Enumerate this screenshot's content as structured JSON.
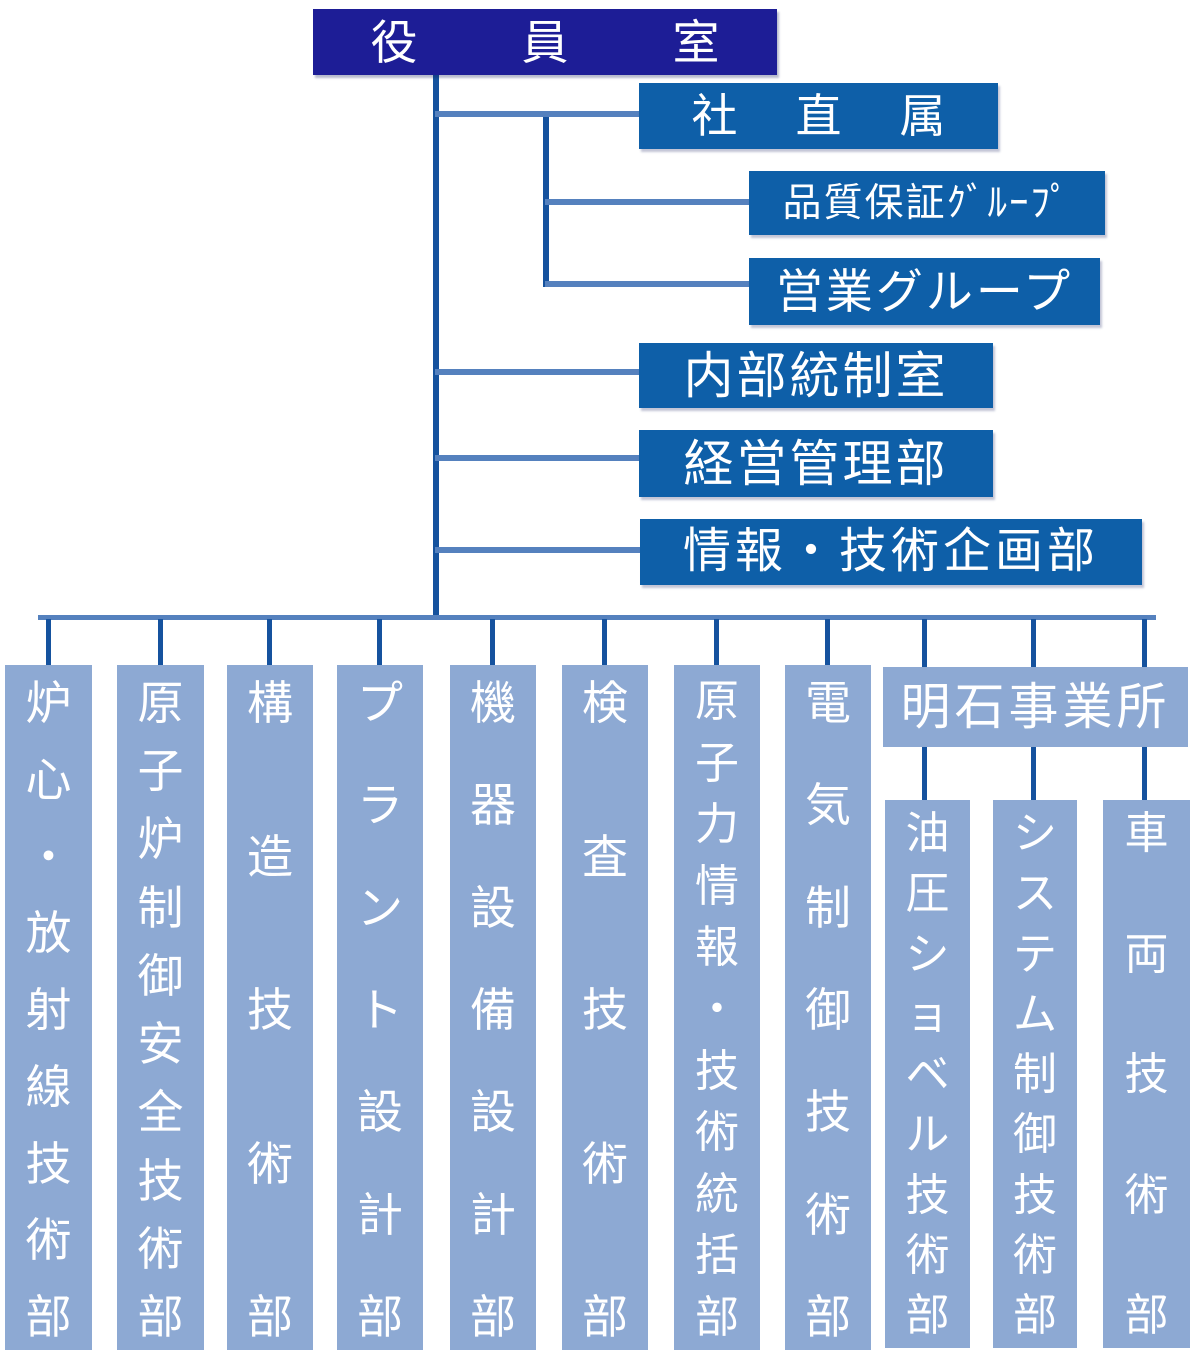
{
  "org_chart": {
    "root": "役員室",
    "branches": {
      "direct": "社直属",
      "direct_children": [
        "品質保証ｸﾞﾙｰﾌﾟ",
        "営業グループ"
      ],
      "internal_control": "内部統制室",
      "management_admin": "経営管理部",
      "info_tech_planning": "情報・技術企画部"
    },
    "departments": [
      "炉心・放射線技術部",
      "原子炉制御安全技術部",
      "構造技術部",
      "プラント設計部",
      "機器設備設計部",
      "検査技術部",
      "原子力情報・技術統括部",
      "電気制御技術部"
    ],
    "akashi_office": {
      "label": "明石事業所",
      "departments": [
        "油圧ショベル技術部",
        "システム制御技術部",
        "車両技術部"
      ]
    },
    "colors": {
      "root_box": "#1d1d96",
      "branch_box": "#0e5fa8",
      "department_box": "#8da9d3",
      "horizontal_line": "#5581be",
      "vertical_line": "#15529e",
      "text": "#ffffff"
    }
  }
}
